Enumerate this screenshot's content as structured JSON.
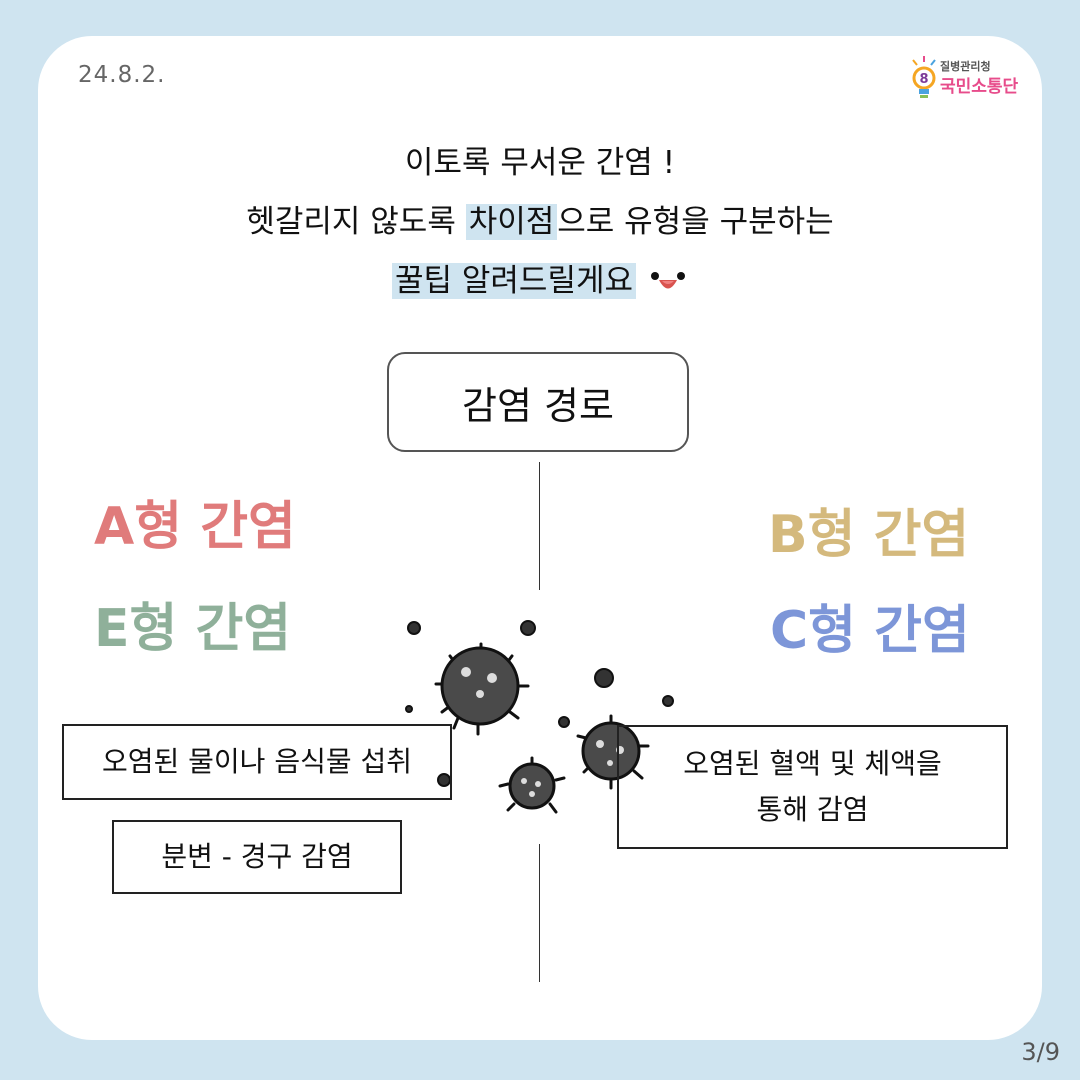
{
  "header": {
    "date": "24.8.2.",
    "logo_line1": "질병관리청",
    "logo_line2": "국민소통단"
  },
  "intro": {
    "line1": "이토록 무서운 간염 !",
    "line2_a": "헷갈리지 않도록 ",
    "line2_highlight": "차이점",
    "line2_b": "으로 유형을 구분하는",
    "line3_highlight": "꿀팁 알려드릴게요"
  },
  "route": {
    "title": "감염 경로"
  },
  "types": {
    "a": "A형 간염",
    "e": "E형 간염",
    "b": "B형 간염",
    "c": "C형 간염"
  },
  "boxes": {
    "ae_route1": "오염된 물이나 음식물 섭취",
    "ae_route2": "분변 - 경구 감염",
    "bc_route_line1": "오염된 혈액 및 체액을",
    "bc_route_line2": "통해 감염"
  },
  "footer": {
    "page": "3/9"
  },
  "colors": {
    "background": "#cfe4f0",
    "type_a": "#e07b7b",
    "type_e": "#8fb09a",
    "type_b": "#d4b97d",
    "type_c": "#7d96d8",
    "germ": "#4a4a4a"
  }
}
